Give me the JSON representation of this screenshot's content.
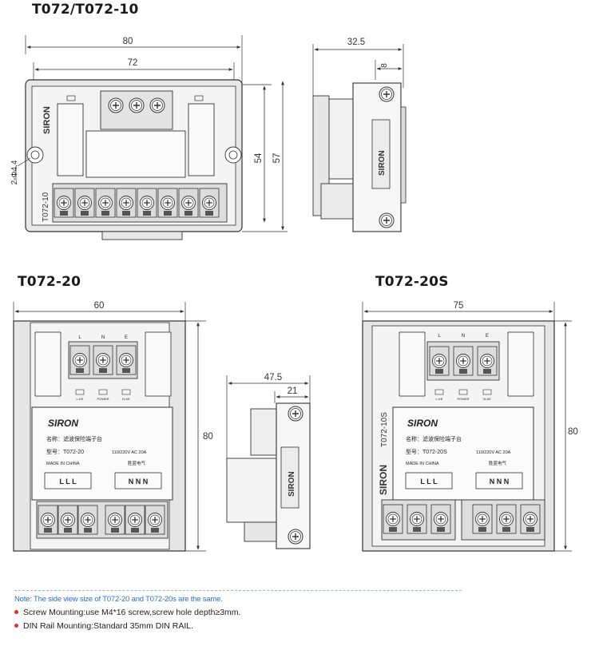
{
  "titles": {
    "t072_10": "T072/T072-10",
    "t072_20": "T072-20",
    "t072_20s": "T072-20S"
  },
  "dimensions": {
    "top_width_80": "80",
    "top_width_72": "72",
    "top_height_54": "54",
    "top_height_57": "57",
    "hole": "2-Φ4.4",
    "side_32_5": "32.5",
    "side_8": "8",
    "mid_width_60": "60",
    "mid_height_80": "80",
    "side2_47_5": "47.5",
    "side2_21": "21",
    "right_width_75": "75",
    "right_height_80": "80"
  },
  "labels": {
    "brand": "SIRON",
    "model_t072_10": "T072-10",
    "model_t072_10s": "T072-10S",
    "l": "L",
    "n": "N",
    "e": "E",
    "led_l": "L-KE",
    "led_power": "POWER",
    "led_n": "N-KE",
    "name_row": "名称：滤波保险端子台",
    "model_row_20": "型号：T072-20",
    "model_row_20s": "型号：T072-20S",
    "rating": "110/220V AC 20A",
    "made_in_china": "MADE IN CHINA",
    "brand_cn": "胜蓝电气",
    "lll": "L L L",
    "nnn": "N N N"
  },
  "notes": {
    "note": "Note: The side view size of T072-20 and T072-20s are the same.",
    "bullet1": "Screw Mounting:use M4*16 screw,screw hole depth≥3mm.",
    "bullet2": "DIN Rail Mounting:Standard 35mm DIN RAIL."
  },
  "colors": {
    "body_fill": "#e9e9e9",
    "panel_fill": "#f7f7f7",
    "line": "#333333",
    "note_blue": "#2f6ec4",
    "bullet_red": "#e0302f"
  }
}
